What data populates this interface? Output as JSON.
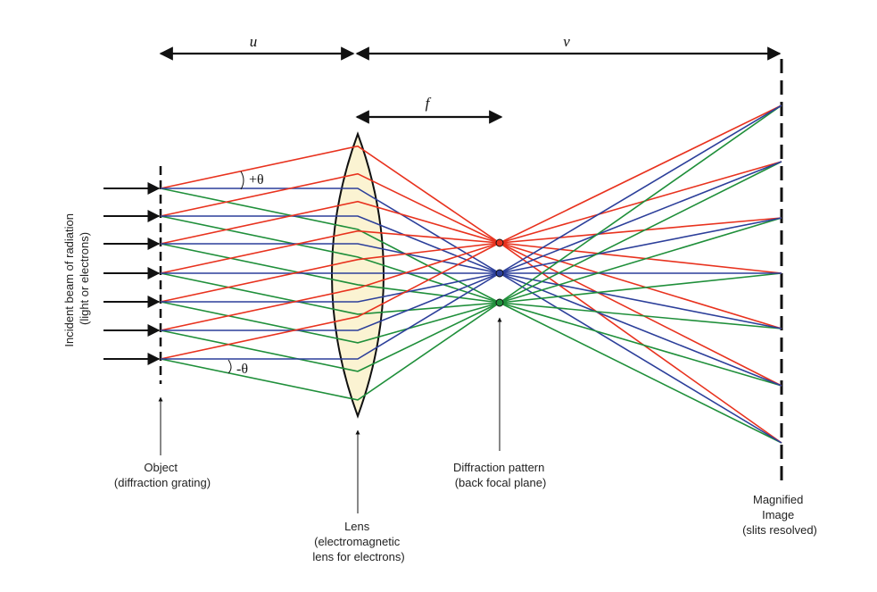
{
  "dimensions": {
    "u": "u",
    "v": "v",
    "f": "f"
  },
  "angles": {
    "plus": "+θ",
    "minus": "-θ"
  },
  "incident_label": [
    "Incident beam of radiation",
    "(light or electrons)"
  ],
  "object_label": [
    "Object",
    "(diffraction grating)"
  ],
  "lens_label": [
    "Lens",
    "(electromagnetic",
    "lens for electrons)"
  ],
  "pattern_label": [
    "Diffraction pattern",
    "(back focal plane)"
  ],
  "image_label": [
    "Magnified",
    "Image",
    "(slits resolved)"
  ],
  "colors": {
    "order_plus": "#e8321e",
    "order_zero": "#2c3f9a",
    "order_minus": "#1f8f3a",
    "lens_fill": "#fbf3d2",
    "ink": "#111111"
  }
}
